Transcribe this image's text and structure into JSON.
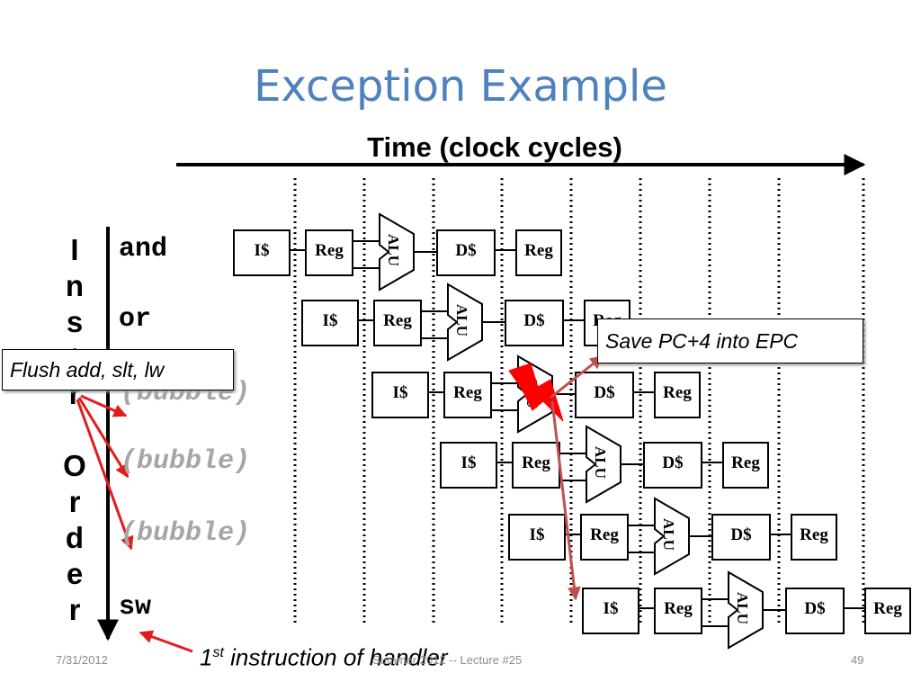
{
  "title": "Exception Example",
  "time_axis_label": "Time (clock cycles)",
  "vertical_label": [
    "I",
    "n",
    "s",
    "t",
    "r",
    "",
    "O",
    "r",
    "d",
    "e",
    "r"
  ],
  "instructions": [
    "and",
    "or",
    "(bubble)",
    "(bubble)",
    "(bubble)",
    "sw"
  ],
  "stage_labels": {
    "ifetch": "I$",
    "reg": "Reg",
    "alu": "ALU",
    "dmem": "D$",
    "wb": "Reg"
  },
  "flush_callout": "Flush add, slt, lw",
  "epc_callout": "Save PC+4 into EPC",
  "handler_note_main": "1",
  "handler_note_sup": "st",
  "handler_note_rest": " instruction of handler",
  "footer": {
    "date": "7/31/2012",
    "center": "Summer 2012 -- Lecture #25",
    "page": "49"
  },
  "colors": {
    "title": "#4f81bd",
    "arrow_red": "#e31b1b",
    "arrow_brown": "#c0504d",
    "bubble_text": "#a6a6a6"
  }
}
